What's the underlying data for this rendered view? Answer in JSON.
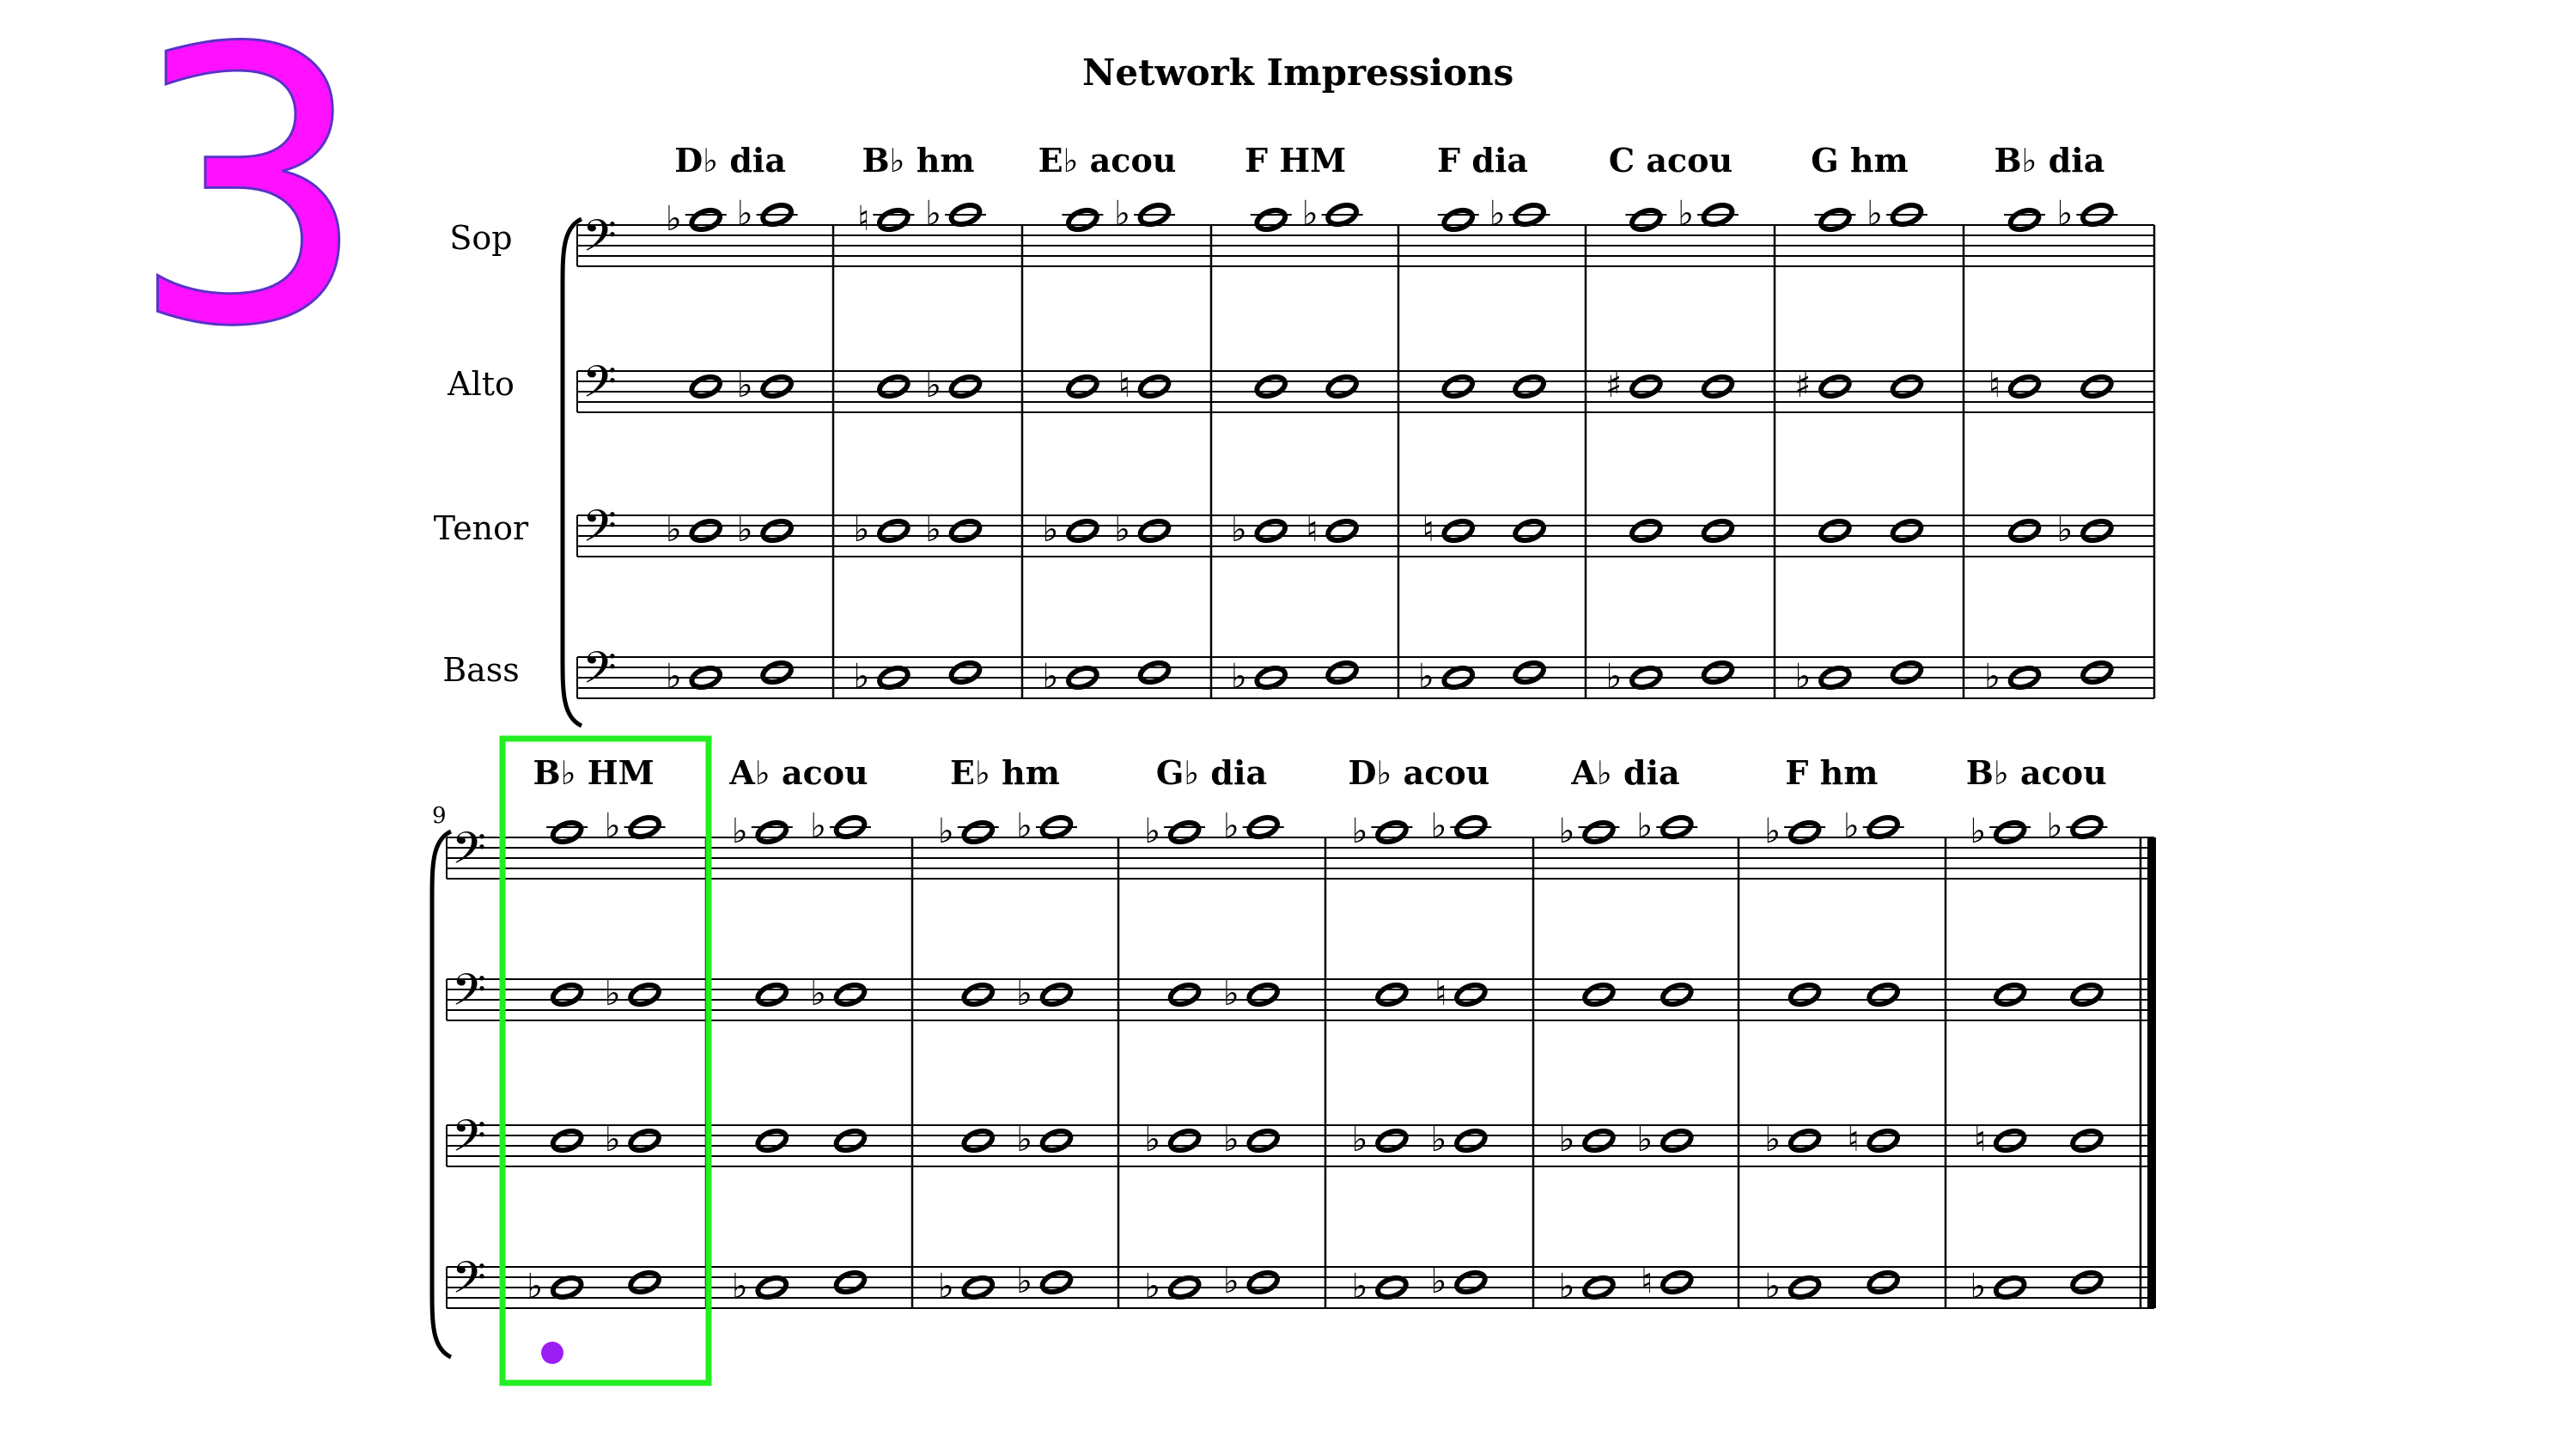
{
  "slide_number": "3",
  "title": "Network Impressions",
  "colors": {
    "slide_number_fill": "#ff11ff",
    "slide_number_outline": "#5a32c8",
    "highlight_box": "#22ee22",
    "marker_dot": "#9b1ff5"
  },
  "score": {
    "voices": [
      "Sop",
      "Alto",
      "Tenor",
      "Bass"
    ],
    "clef": "bass",
    "system2_measure_number": "9",
    "highlighted_measure": 9,
    "measures": [
      {
        "chord": "D♭ dia",
        "notes": [
          [
            "♭",
            ""
          ],
          [
            "",
            "♭"
          ]
        ],
        "acc": [
          [
            "♭",
            "♭"
          ],
          [
            "",
            "♭"
          ],
          [
            "♭",
            "♭"
          ],
          [
            "♭",
            ""
          ]
        ]
      },
      {
        "chord": "B♭ hm",
        "acc": [
          [
            "♮",
            "♭"
          ],
          [
            "",
            "♭"
          ],
          [
            "♭",
            "♭"
          ],
          [
            "♭",
            ""
          ]
        ]
      },
      {
        "chord": "E♭ acou",
        "acc": [
          [
            "",
            "♭"
          ],
          [
            "",
            "♮"
          ],
          [
            "♭",
            "♭"
          ],
          [
            "♭",
            ""
          ]
        ]
      },
      {
        "chord": "F HM",
        "acc": [
          [
            "",
            "♭"
          ],
          [
            "",
            ""
          ],
          [
            "♭",
            "♮"
          ],
          [
            "♭",
            ""
          ]
        ]
      },
      {
        "chord": "F dia",
        "acc": [
          [
            "",
            "♭"
          ],
          [
            "",
            ""
          ],
          [
            "♮",
            ""
          ],
          [
            "♭",
            ""
          ]
        ]
      },
      {
        "chord": "C acou",
        "acc": [
          [
            "",
            "♭"
          ],
          [
            "♯",
            ""
          ],
          [
            "",
            ""
          ],
          [
            "♭",
            ""
          ]
        ]
      },
      {
        "chord": "G hm",
        "acc": [
          [
            "",
            "♭"
          ],
          [
            "♯",
            ""
          ],
          [
            "",
            ""
          ],
          [
            "♭",
            ""
          ]
        ]
      },
      {
        "chord": "B♭ dia",
        "acc": [
          [
            "",
            "♭"
          ],
          [
            "♮",
            ""
          ],
          [
            "",
            "♭"
          ],
          [
            "♭",
            ""
          ]
        ]
      },
      {
        "chord": "B♭ HM",
        "acc": [
          [
            "",
            "♭"
          ],
          [
            "",
            "♭"
          ],
          [
            "",
            "♭"
          ],
          [
            "♭",
            ""
          ]
        ]
      },
      {
        "chord": "A♭ acou",
        "acc": [
          [
            "♭",
            "♭"
          ],
          [
            "",
            "♭"
          ],
          [
            "",
            ""
          ],
          [
            "♭",
            ""
          ]
        ]
      },
      {
        "chord": "E♭ hm",
        "acc": [
          [
            "♭",
            "♭"
          ],
          [
            "",
            "♭"
          ],
          [
            "",
            "♭"
          ],
          [
            "♭",
            "♭"
          ]
        ]
      },
      {
        "chord": "G♭ dia",
        "acc": [
          [
            "♭",
            "♭"
          ],
          [
            "",
            "♭"
          ],
          [
            "♭",
            "♭"
          ],
          [
            "♭",
            "♭"
          ]
        ]
      },
      {
        "chord": "D♭ acou",
        "acc": [
          [
            "♭",
            "♭"
          ],
          [
            "",
            "♮"
          ],
          [
            "♭",
            "♭"
          ],
          [
            "♭",
            "♭"
          ]
        ]
      },
      {
        "chord": "A♭ dia",
        "acc": [
          [
            "♭",
            "♭"
          ],
          [
            "",
            ""
          ],
          [
            "♭",
            "♭"
          ],
          [
            "♭",
            "♮"
          ]
        ]
      },
      {
        "chord": "F hm",
        "acc": [
          [
            "♭",
            "♭"
          ],
          [
            "",
            ""
          ],
          [
            "♭",
            "♮"
          ],
          [
            "♭",
            ""
          ]
        ]
      },
      {
        "chord": "B♭ acou",
        "acc": [
          [
            "♭",
            "♭"
          ],
          [
            "",
            ""
          ],
          [
            "♮",
            ""
          ],
          [
            "♭",
            ""
          ]
        ]
      }
    ]
  }
}
